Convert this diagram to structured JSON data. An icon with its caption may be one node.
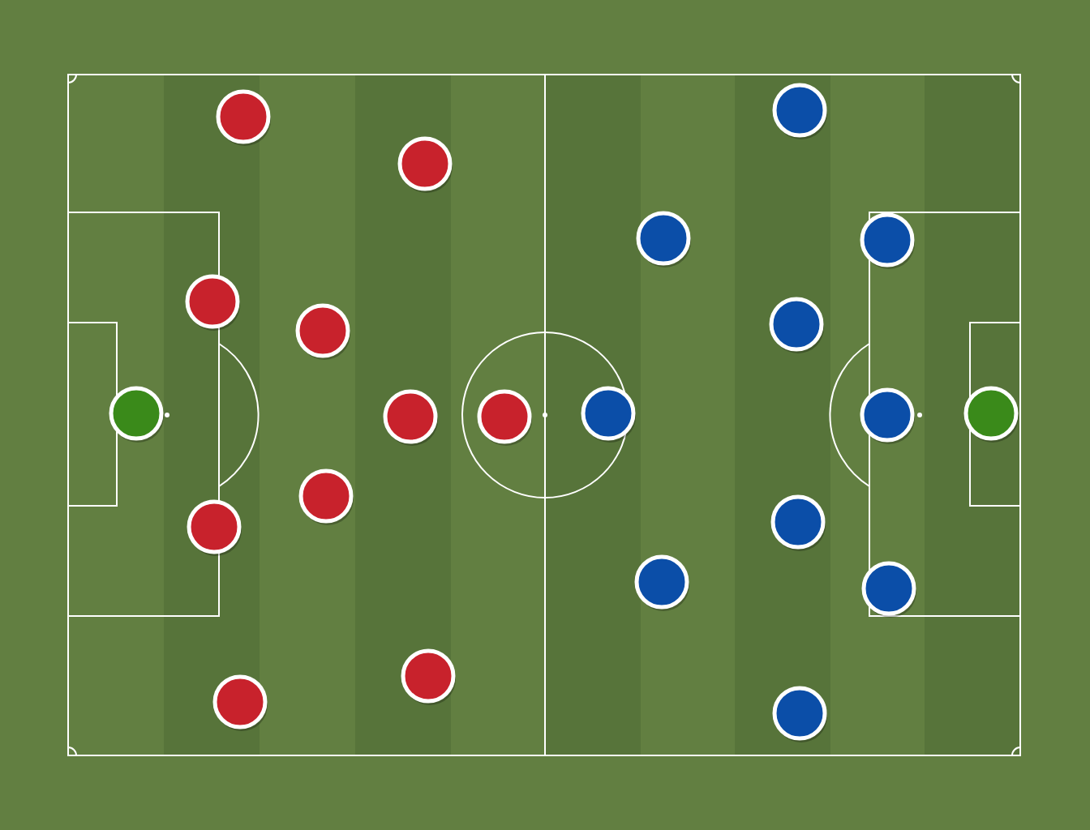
{
  "diagram": {
    "nodes": [
      {
        "text": [],
        "shape": "circle"
      },
      {
        "text": [],
        "shape": "circle"
      },
      {
        "text": [],
        "shape": "circle"
      },
      {
        "text": [],
        "shape": "circle"
      },
      {
        "text": [],
        "shape": "circle"
      },
      {
        "text": [],
        "shape": "circle"
      },
      {
        "text": [],
        "shape": "circle"
      },
      {
        "text": [],
        "shape": "circle"
      },
      {
        "text": [],
        "shape": "circle"
      },
      {
        "text": [],
        "shape": "circle"
      },
      {
        "text": [],
        "shape": "circle"
      },
      {
        "text": [],
        "shape": "circle"
      },
      {
        "text": [],
        "shape": "circle"
      },
      {
        "text": [],
        "shape": "circle"
      },
      {
        "text": [],
        "shape": "circle"
      },
      {
        "text": [],
        "shape": "circle"
      },
      {
        "text": [],
        "shape": "circle"
      },
      {
        "text": [],
        "shape": "circle"
      },
      {
        "text": [],
        "shape": "circle"
      },
      {
        "text": [],
        "shape": "circle"
      },
      {
        "text": [],
        "shape": "circle"
      },
      {
        "text": [],
        "shape": "circle"
      }
    ]
  }
}
